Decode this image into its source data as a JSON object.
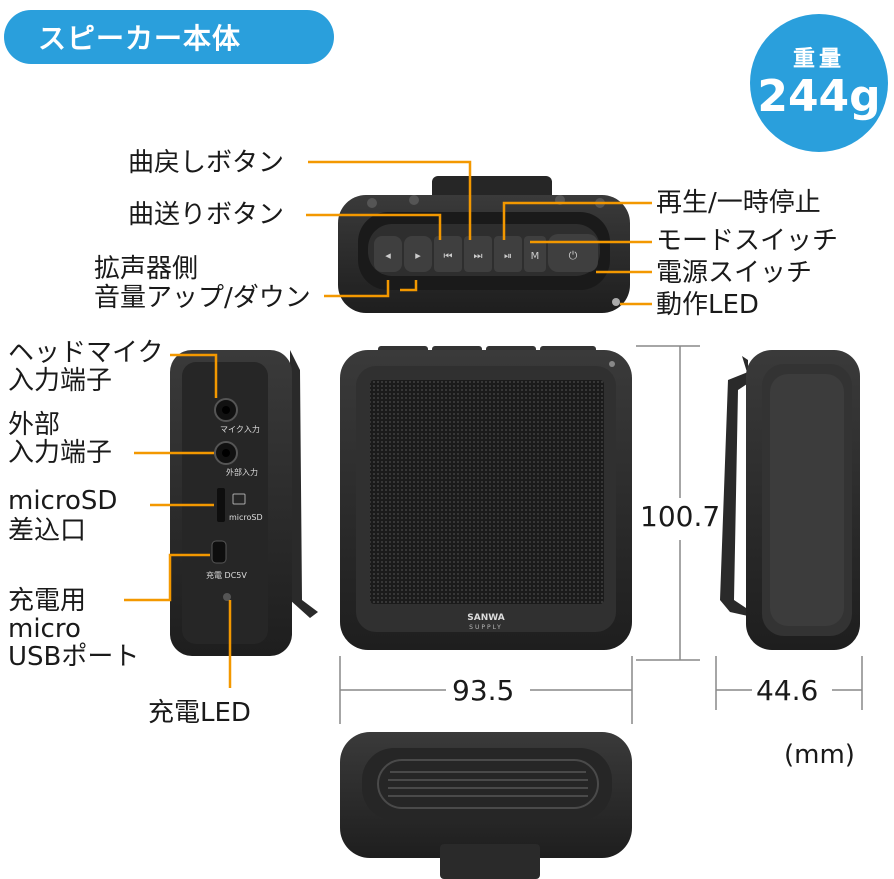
{
  "header": {
    "title": "スピーカー本体"
  },
  "weight": {
    "label": "重量",
    "value": "244g"
  },
  "top_labels": {
    "prev_track": "曲戻しボタン",
    "next_track": "曲送りボタン",
    "volume_line1": "拡声器側",
    "volume_line2": "音量アップ/ダウン",
    "play_pause": "再生/一時停止",
    "mode": "モードスイッチ",
    "power": "電源スイッチ",
    "led": "動作LED"
  },
  "side_labels": {
    "headmic_line1": "ヘッドマイク",
    "headmic_line2": "入力端子",
    "ext_line1": "外部",
    "ext_line2": "入力端子",
    "sd_line1": "microSD",
    "sd_line2": "差込口",
    "usb_line1": "充電用",
    "usb_line2": "micro",
    "usb_line3": "USBポート",
    "charge_led": "充電LED"
  },
  "device_print": {
    "mic_in": "マイク入力",
    "ext_in": "外部入力",
    "microsd": "microSD",
    "dc": "充電 DC5V",
    "brand1": "SANWA",
    "brand2": "SUPPLY"
  },
  "dimensions": {
    "height": "100.7",
    "width": "93.5",
    "depth": "44.6",
    "unit": "(mm)"
  },
  "colors": {
    "accent": "#2a9fdc",
    "leader": "#f39800",
    "device": "#2b2b2b"
  }
}
